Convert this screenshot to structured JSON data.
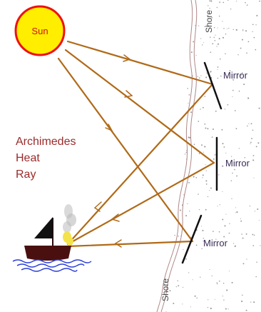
{
  "sun": {
    "label": "Sun",
    "fill": "#ffee00",
    "stroke": "#ee1111"
  },
  "title_lines": [
    "Archimedes",
    "Heat",
    "Ray"
  ],
  "mirrors": [
    {
      "label": "Mirror"
    },
    {
      "label": "Mirror"
    },
    {
      "label": "Mirror"
    }
  ],
  "shore_labels": [
    "Shore",
    "Shore"
  ],
  "colors": {
    "ray": "#b06a18",
    "title": "#9c2a2a",
    "mirror_label": "#3a2c55",
    "mirror": "#111111",
    "shore_line": "#b08888",
    "hull": "#4a1010",
    "sail": "#111111",
    "water": "#2d3fd6",
    "smoke": "#bbbbbb",
    "fire": "#f3e24a"
  }
}
